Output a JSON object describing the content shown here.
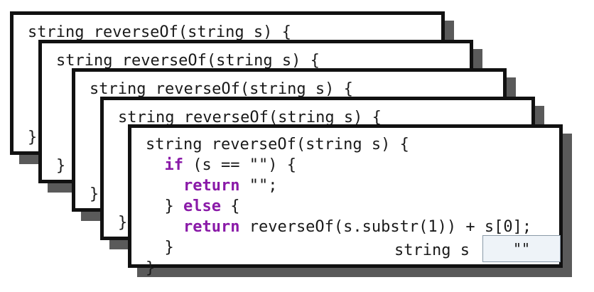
{
  "frames": [
    {
      "signature": "string reverseOf(string s) {",
      "closing": "}"
    },
    {
      "signature": "string reverseOf(string s) {",
      "closing": "}"
    },
    {
      "signature": "string reverseOf(string s) {",
      "closing": "}"
    },
    {
      "signature": "string reverseOf(string s) {",
      "closing": "}"
    }
  ],
  "active_frame": {
    "signature": "string reverseOf(string s) {",
    "if_kw": "if",
    "if_rest": " (s == \"\") {",
    "return1_kw": "return",
    "return1_rest": " \"\";",
    "else_open": "} ",
    "else_kw": "else",
    "else_rest": " {",
    "return2_kw": "return",
    "return2_rest": " reverseOf(s.substr(1)) + s[0];",
    "inner_close": "}",
    "outer_close": "}",
    "param_label": "string s",
    "param_value": "\"\""
  },
  "colors": {
    "keyword": "#8a1aa8",
    "frame_border": "#111111",
    "shadow": "#5a5a5a",
    "param_box_fill": "#eef3f8"
  }
}
